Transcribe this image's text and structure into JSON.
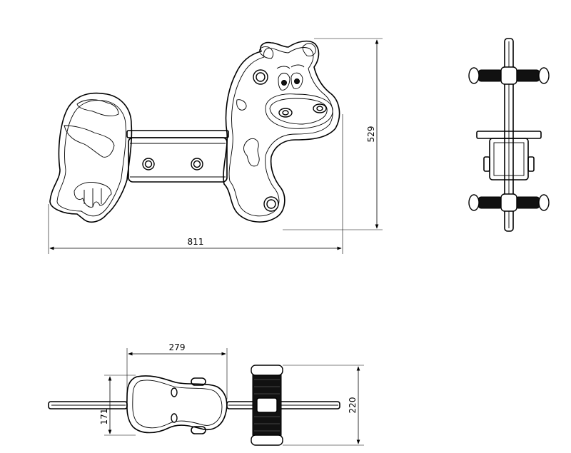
{
  "dimensions": {
    "side_width": "811",
    "side_height": "529",
    "top_body_length": "279",
    "top_body_width": "171",
    "top_total_width": "220"
  }
}
